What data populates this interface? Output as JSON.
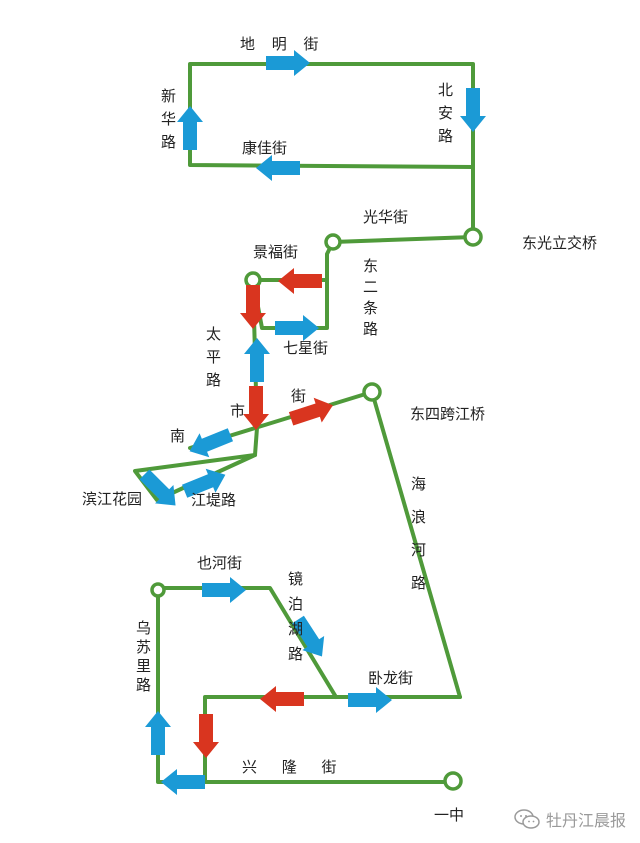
{
  "labels": {
    "diming": "地 明 街",
    "xinhua": "新华路",
    "beian": "北安路",
    "kangjia": "康佳街",
    "guanghua": "光华街",
    "dongguangli": "东光立交桥",
    "jingfu": "景福街",
    "dongertiao": "东二条路",
    "qixing": "七星街",
    "taiping": "太平路",
    "shi": "市",
    "jie": "街",
    "nan": "南",
    "dongsikuajiang": "东四跨江桥",
    "binjiang": "滨江花园",
    "jiangdi": "江堤路",
    "hailang": "海浪河路",
    "yehe": "也河街",
    "jingpohu": "镜泊湖路",
    "wusuli": "乌苏里路",
    "wolong": "卧龙街",
    "xinglong": "兴 隆 街",
    "yizhong": "一中"
  },
  "watermark": "牡丹江晨报",
  "colors": {
    "road": "#4f9a3a",
    "arrow_blue": "#1b9ad6",
    "arrow_red": "#d9351f",
    "text": "#222222",
    "watermark": "#9a9a9a"
  },
  "icons": [
    "wechat-icon"
  ]
}
